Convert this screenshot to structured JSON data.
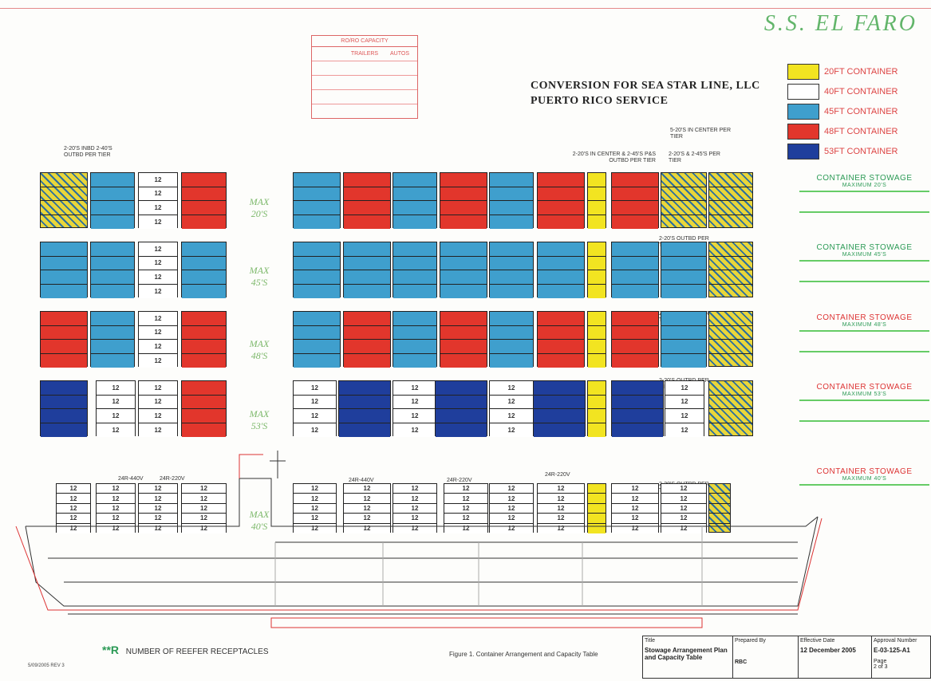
{
  "header": {
    "ship_name": "S.S. EL FARO",
    "conversion_line1": "CONVERSION FOR SEA STAR LINE, LLC",
    "conversion_line2": "PUERTO RICO SERVICE"
  },
  "capacity_table": {
    "title": "RO/RO CAPACITY",
    "col1": "TRAILERS",
    "col2": "AUTOS"
  },
  "legend": [
    {
      "label": "20FT CONTAINER",
      "color": "#f2e421"
    },
    {
      "label": "40FT CONTAINER",
      "color": "#ffffff"
    },
    {
      "label": "45FT CONTAINER",
      "color": "#3f9fcd"
    },
    {
      "label": "48FT CONTAINER",
      "color": "#e2362c"
    },
    {
      "label": "53FT CONTAINER",
      "color": "#1f3e9c"
    }
  ],
  "stowage_panels": [
    {
      "title": "CONTAINER STOWAGE",
      "sub": "MAXIMUM 20'S"
    },
    {
      "title": "CONTAINER STOWAGE",
      "sub": "MAXIMUM 45'S"
    },
    {
      "title": "CONTAINER STOWAGE",
      "sub": "MAXIMUM 48'S"
    },
    {
      "title": "CONTAINER STOWAGE",
      "sub": "MAXIMUM 53'S"
    },
    {
      "title": "CONTAINER STOWAGE",
      "sub": "MAXIMUM 40'S"
    }
  ],
  "rows": [
    {
      "label": "MAX 20'S"
    },
    {
      "label": "MAX 45'S"
    },
    {
      "label": "MAX 48'S"
    },
    {
      "label": "MAX 53'S"
    },
    {
      "label": "MAX 40'S"
    }
  ],
  "notes": {
    "n1": "2-20'S INBD 2-40'S OUTBD PER TIER",
    "n2": "2-20'S IN CENTER & 2-45'S P&S OUTBD PER TIER",
    "n3": "2-20'S & 2-45'S PER TIER",
    "n4": "5-20'S IN CENTER PER TIER",
    "n5": "2-20'S OUTBD PER TIER"
  },
  "power": {
    "p1": "24R-440V",
    "p2": "24R-220V",
    "p3": "24R-440V",
    "p4": "24R-220V",
    "p5": "24R-220V"
  },
  "cell_label": "12",
  "footer": {
    "reefer_text": "NUMBER OF REEFER RECEPTACLES",
    "figure_caption": "Figure 1. Container Arrangement and Capacity Table",
    "title_label": "Title",
    "title_value": "Stowage Arrangement Plan and Capacity Table",
    "date_label": "Effective Date",
    "date_value": "12 December 2005",
    "approval_label": "Approval Number",
    "approval_value": "E-03-125-A1",
    "prepared_label": "Prepared By",
    "prepared_value": "RBC",
    "page_label": "Page",
    "page_value": "2 of 3",
    "rev": "5/09/2005 REV 3"
  }
}
